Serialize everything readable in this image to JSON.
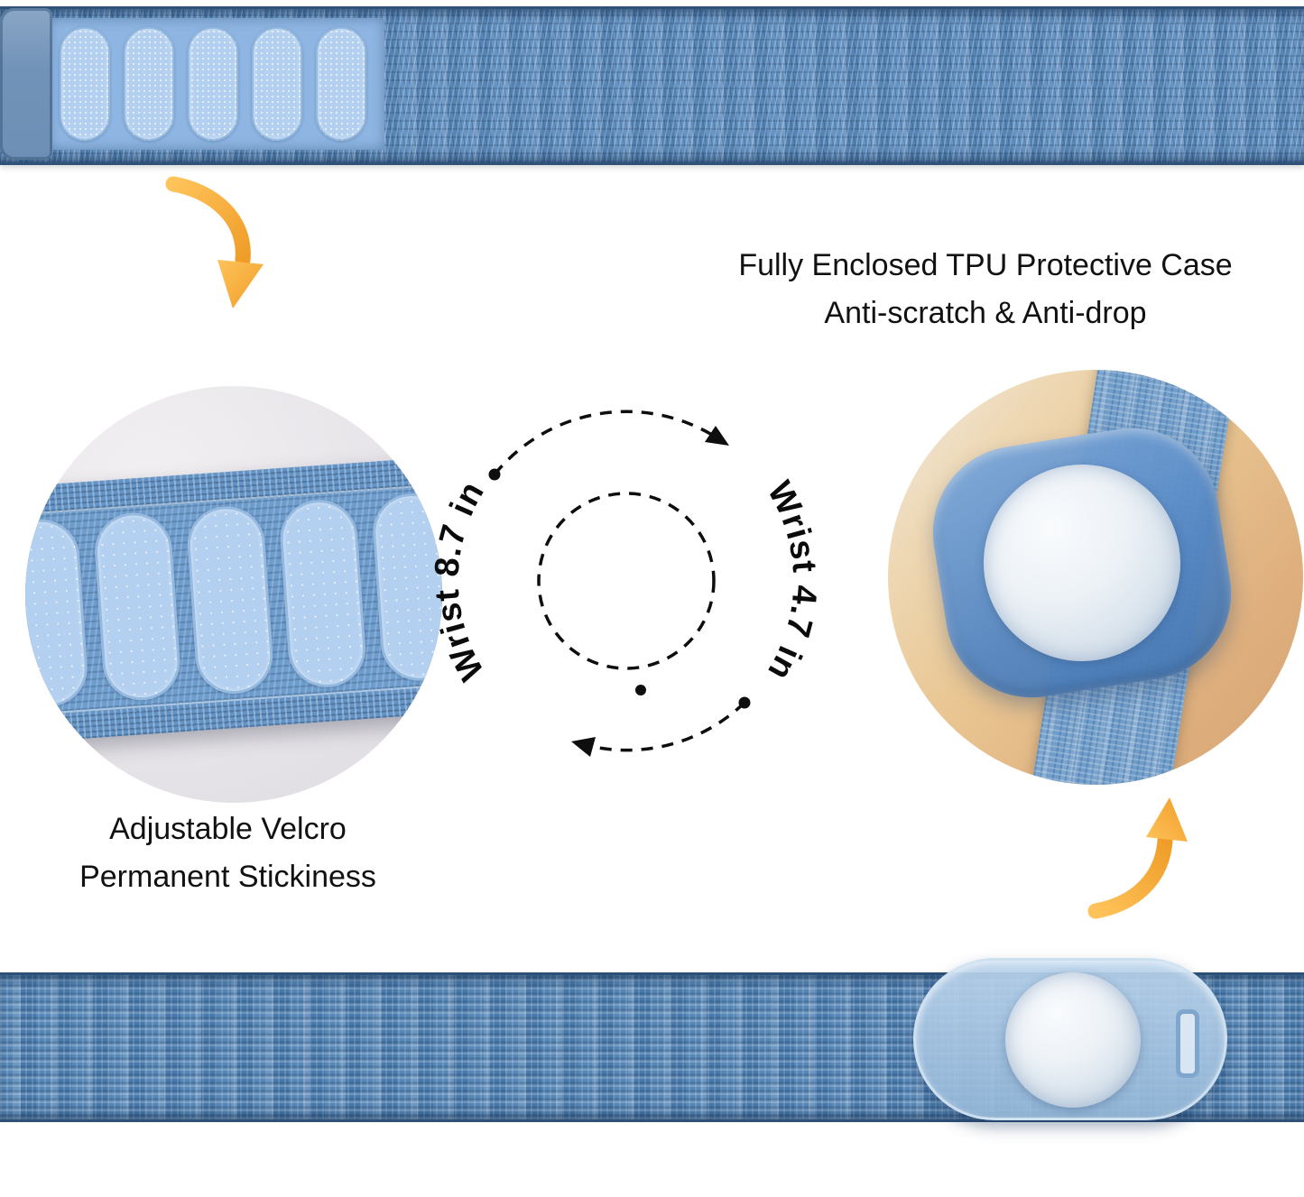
{
  "annotations": {
    "case_protection": {
      "line1": "Fully Enclosed TPU Protective Case",
      "line2": "Anti-scratch & Anti-drop"
    },
    "velcro": {
      "line1": "Adjustable Velcro",
      "line2": "Permanent Stickiness"
    },
    "wrist_outer": "Wrist 8.7 in",
    "wrist_inner": "Wrist 4.7 in"
  },
  "product": {
    "strap_color": "#5a8cbf",
    "velcro_pad_color": "#b3d0f0",
    "case_color": "#6292ce",
    "dome_color": "#e9eff5",
    "arrow_color": "#F4A636",
    "skin_color": "#e2b483",
    "velcro_pad_count_top": 5,
    "velcro_pad_count_zoom": 5
  }
}
